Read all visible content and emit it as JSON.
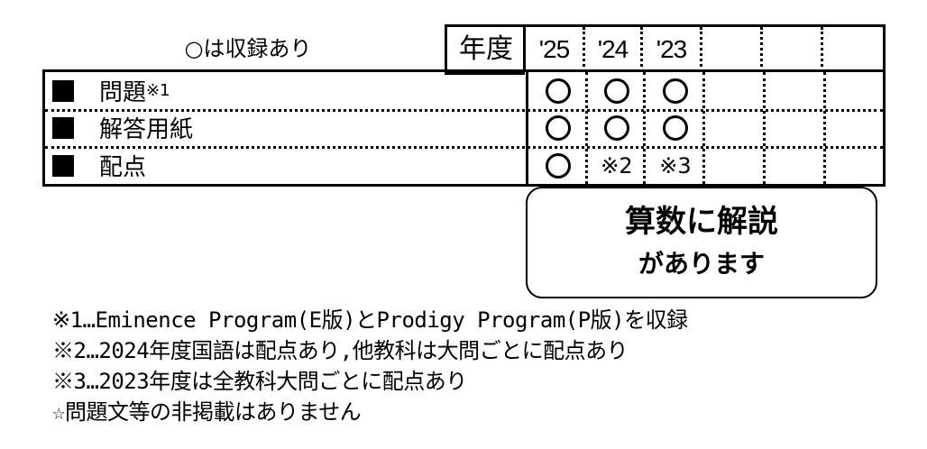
{
  "legend": {
    "text": "○は収録あり",
    "circle_label": "circle-mark-legend"
  },
  "header": {
    "nendo_label": "年度",
    "years": [
      "'25",
      "'24",
      "'23",
      "",
      "",
      ""
    ]
  },
  "rows": [
    {
      "label": "問題",
      "note_ref": "※1",
      "marks": [
        "○",
        "○",
        "○",
        "",
        "",
        ""
      ]
    },
    {
      "label": "解答用紙",
      "note_ref": "",
      "marks": [
        "○",
        "○",
        "○",
        "",
        "",
        ""
      ]
    },
    {
      "label": "配点",
      "note_ref": "",
      "marks": [
        "○",
        "※2",
        "※3",
        "",
        "",
        ""
      ]
    }
  ],
  "callout": {
    "line1": "算数に解説",
    "line2": "があります"
  },
  "notes": [
    "※1…Eminence Program(E版)とProdigy Program(P版)を収録",
    "※2…2024年度国語は配点あり,他教科は大問ごとに配点あり",
    "※3…2023年度は全教科大問ごとに配点あり",
    "☆問題文等の非掲載はありません"
  ]
}
